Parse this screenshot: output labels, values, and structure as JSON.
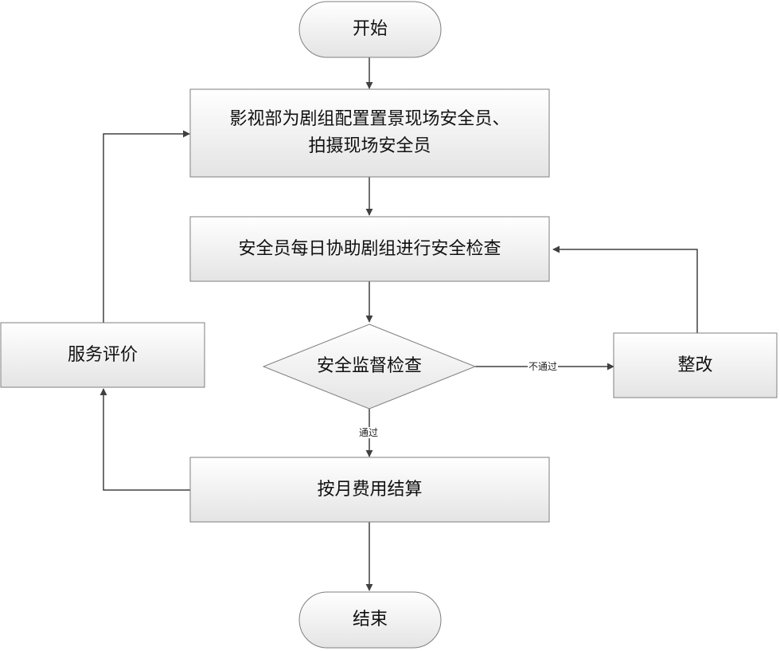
{
  "nodes": {
    "start": {
      "label": "开始"
    },
    "assign": {
      "label_line1": "影视部为剧组配置置景现场安全员、",
      "label_line2": "拍摄现场安全员"
    },
    "daily_check": {
      "label": "安全员每日协助剧组进行安全检查"
    },
    "supervision": {
      "label": "安全监督检查"
    },
    "rectify": {
      "label": "整改"
    },
    "settlement": {
      "label": "按月费用结算"
    },
    "evaluation": {
      "label": "服务评价"
    },
    "end": {
      "label": "结束"
    }
  },
  "edges": {
    "fail_label": "不通过",
    "pass_label": "通过"
  },
  "colors": {
    "stroke": "#7f7f7f",
    "arrow": "#404040",
    "fill_top": "#ffffff",
    "fill_bottom": "#e6e6e6"
  }
}
